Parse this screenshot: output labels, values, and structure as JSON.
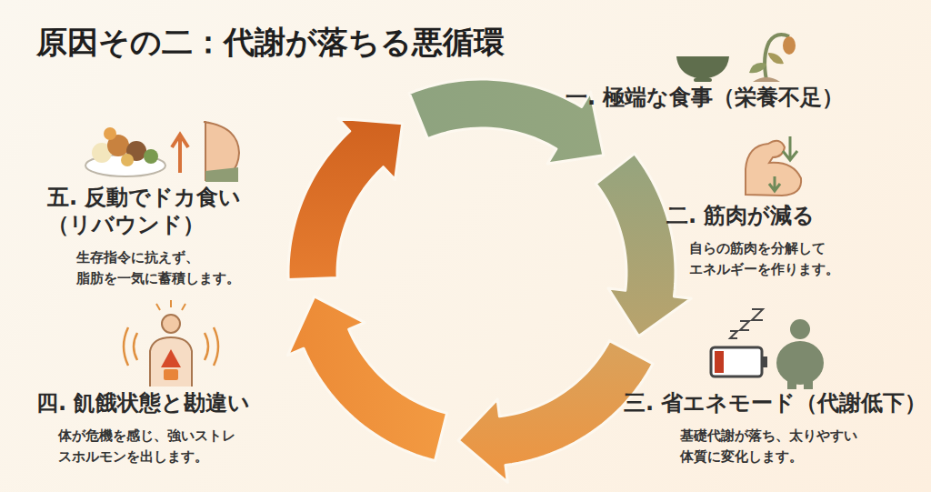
{
  "diagram": {
    "title": "原因その二：代謝が落ちる悪循環",
    "nodes": [
      {
        "text": [
          "一. 極端な食事（栄養不足）"
        ]
      },
      {
        "text": [
          "二. 筋肉が減る",
          "自らの筋肉を分解して エネルギーを作ります。"
        ]
      },
      {
        "text": [
          "三. 省エネモード（代謝低下）",
          "基礎代謝が落ち、太りやすい 体質に変化します。"
        ]
      },
      {
        "text": [
          "四. 飢餓状態と勘違い",
          "体が危機を感じ、強いストレ スホルモンを出します。"
        ]
      },
      {
        "text": [
          "五. 反動でドカ食い （リバウンド）",
          "生存指令に抗えず、 脂肪を一気に蓄積します。"
        ]
      }
    ],
    "edges": [
      {
        "from": 0,
        "to": 1,
        "arrow": "to"
      },
      {
        "from": 1,
        "to": 2,
        "arrow": "to"
      },
      {
        "from": 2,
        "to": 3,
        "arrow": "to"
      },
      {
        "from": 3,
        "to": 4,
        "arrow": "to"
      },
      {
        "from": 4,
        "to": 0,
        "arrow": "to"
      }
    ]
  }
}
